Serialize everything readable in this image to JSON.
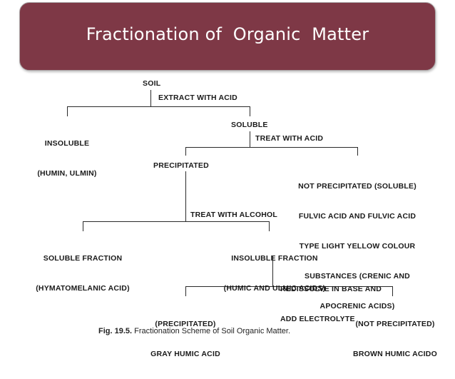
{
  "header": {
    "title": "Fractionation of  Organic  Matter"
  },
  "diagram": {
    "soil": "SOIL",
    "extract_with_acid": "EXTRACT WITH ACID",
    "insoluble": [
      "INSOLUBLE",
      "(HUMIN, ULMIN)"
    ],
    "soluble": "SOLUBLE",
    "treat_with_acid": "TREAT WITH ACID",
    "precipitated": "PRECIPITATED",
    "not_precipitated": [
      "NOT PRECIPITATED (SOLUBLE)",
      "FULVIC ACID AND FULVIC ACID",
      "TYPE LIGHT YELLOW COLOUR",
      "SUBSTANCES (CRENIC AND",
      "APOCRENIC ACIDS)"
    ],
    "treat_with_alcohol": "TREAT WITH ALCOHOL",
    "soluble_fraction": [
      "SOLUBLE FRACTION",
      "(HYMATOMELANIC ACID)"
    ],
    "insoluble_fraction": [
      "INSOLUBLE FRACTION",
      "(HUMIC AND ULMIC ACIDS)"
    ],
    "redissolve": [
      "REDISSOLVE IN BASE AND",
      "ADD ELECTROLYTE"
    ],
    "gray_humic": [
      "(PRECIPITATED)",
      "GRAY HUMIC ACID"
    ],
    "brown_humic": [
      "(NOT PRECIPITATED)",
      "BROWN HUMIC ACIDO"
    ]
  },
  "caption": {
    "fig": "Fig. 19.5.",
    "text": " Fractionation Scheme of Soil Organic Matter."
  }
}
